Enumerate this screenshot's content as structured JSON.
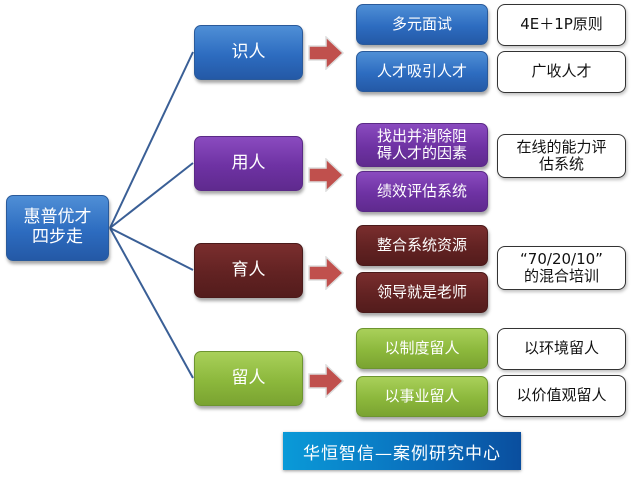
{
  "root": {
    "label": "惠普优才\n四步走"
  },
  "branches": [
    {
      "label": "识人",
      "color": "blue",
      "items": [
        "多元面试",
        "人才吸引人才"
      ],
      "notes": [
        "4E＋1P原则",
        "广收人才"
      ]
    },
    {
      "label": "用人",
      "color": "purple",
      "items": [
        "找出并消除阻\n碍人才的因素",
        "绩效评估系统"
      ],
      "notes": [
        "在线的能力评\n估系统"
      ]
    },
    {
      "label": "育人",
      "color": "maroon",
      "items": [
        "整合系统资源",
        "领导就是老师"
      ],
      "notes": [
        "“70/20/10”\n的混合培训"
      ]
    },
    {
      "label": "留人",
      "color": "green",
      "items": [
        "以制度留人",
        "以事业留人"
      ],
      "notes": [
        "以环境留人",
        "以价值观留人"
      ]
    }
  ],
  "footer": {
    "label": "华恒智信—案例研究中心"
  },
  "colors": {
    "arrow": "#c0504d",
    "connector": "#3a5f96"
  }
}
